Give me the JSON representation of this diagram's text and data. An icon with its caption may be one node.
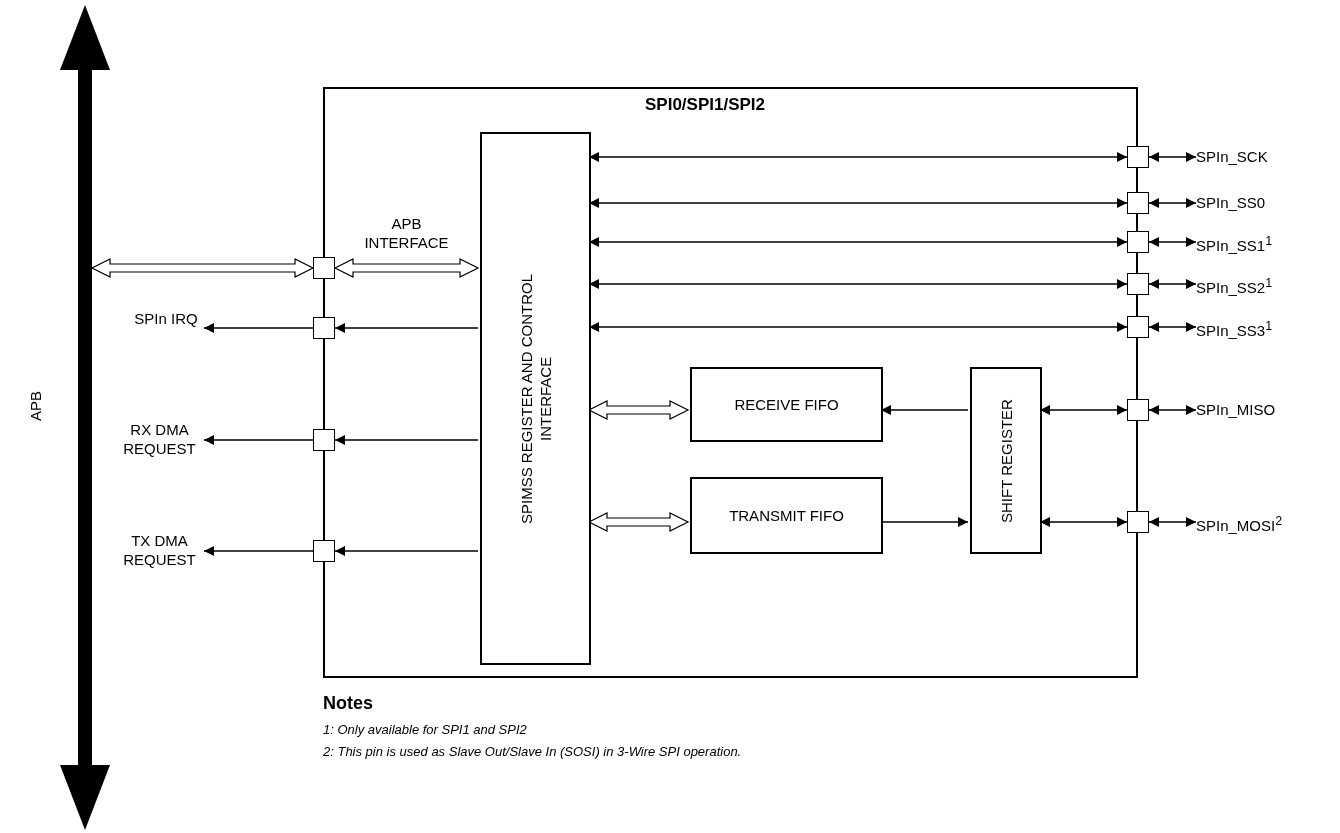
{
  "diagram": {
    "nodes": [
      {
        "text": [
          "APB"
        ]
      },
      {
        "text": [
          "SPI0/SPI1/SPI2"
        ]
      },
      {
        "text": [
          "SPIMSS REGISTER AND CONTROL INTERFACE"
        ],
        "in": 1
      },
      {
        "text": [
          "RECEIVE FIFO"
        ],
        "in": 1
      },
      {
        "text": [
          "TRANSMIT FIFO"
        ],
        "in": 1
      },
      {
        "text": [
          "SHIFT REGISTER"
        ],
        "in": 1
      },
      {
        "text": [],
        "shape": "box"
      },
      {
        "text": [],
        "shape": "box"
      },
      {
        "text": [],
        "shape": "box"
      },
      {
        "text": [],
        "shape": "box"
      },
      {
        "text": [],
        "shape": "box"
      },
      {
        "text": [],
        "shape": "box"
      },
      {
        "text": [],
        "shape": "box"
      },
      {
        "text": [],
        "shape": "box"
      },
      {
        "text": [],
        "shape": "box"
      },
      {
        "text": [],
        "shape": "box"
      },
      {
        "text": [],
        "shape": "box"
      },
      {
        "text": [
          "SPIn IRQ"
        ]
      },
      {
        "text": [
          "RX DMA REQUEST"
        ]
      },
      {
        "text": [
          "TX DMA REQUEST"
        ]
      },
      {
        "text": [
          "SPIn_SCK"
        ]
      },
      {
        "text": [
          "SPIn_SS0"
        ]
      },
      {
        "text": [
          "SPIn_SS1$^{1}$"
        ]
      },
      {
        "text": [
          "SPIn_SS2$^{1}$"
        ]
      },
      {
        "text": [
          "SPIn_SS3$^{1}$"
        ]
      },
      {
        "text": [
          "SPIn_MISO"
        ]
      },
      {
        "text": [
          "SPIn_MOSI$^{2}$"
        ]
      }
    ],
    "edges": [
      {
        "from": 0,
        "to": 6,
        "arrow": "both",
        "style": "thick"
      },
      {
        "from": 6,
        "to": 2,
        "arrow": "both",
        "style": "thick",
        "label": "APB INTERFACE"
      },
      {
        "from": 2,
        "to": 7,
        "arrow": "to"
      },
      {
        "from": 7,
        "to": 17,
        "arrow": "to"
      },
      {
        "from": 2,
        "to": 8,
        "arrow": "to"
      },
      {
        "from": 8,
        "to": 18,
        "arrow": "to"
      },
      {
        "from": 2,
        "to": 9,
        "arrow": "to"
      },
      {
        "from": 9,
        "to": 19,
        "arrow": "to"
      },
      {
        "from": 2,
        "to": 10,
        "arrow": "both"
      },
      {
        "from": 10,
        "to": 20,
        "arrow": "both"
      },
      {
        "from": 2,
        "to": 11,
        "arrow": "both"
      },
      {
        "from": 11,
        "to": 21,
        "arrow": "both"
      },
      {
        "from": 2,
        "to": 12,
        "arrow": "both"
      },
      {
        "from": 12,
        "to": 22,
        "arrow": "both"
      },
      {
        "from": 2,
        "to": 13,
        "arrow": "both"
      },
      {
        "from": 13,
        "to": 23,
        "arrow": "both"
      },
      {
        "from": 2,
        "to": 14,
        "arrow": "both"
      },
      {
        "from": 14,
        "to": 24,
        "arrow": "both"
      },
      {
        "from": 2,
        "to": 3,
        "arrow": "both",
        "style": "thick"
      },
      {
        "from": 2,
        "to": 4,
        "arrow": "both",
        "style": "thick"
      },
      {
        "from": 5,
        "to": 3,
        "arrow": "to"
      },
      {
        "from": 4,
        "to": 5,
        "arrow": "to"
      },
      {
        "from": 5,
        "to": 15,
        "arrow": "both"
      },
      {
        "from": 15,
        "to": 25,
        "arrow": "both"
      },
      {
        "from": 5,
        "to": 16,
        "arrow": "both"
      },
      {
        "from": 16,
        "to": 26,
        "arrow": "both"
      }
    ],
    "labels": [
      "Notes",
      "1: Only available for SPI1 and SPI2",
      "2: This pin is used as Slave Out/Slave In (SOSI) in 3-Wire SPI operation."
    ]
  }
}
